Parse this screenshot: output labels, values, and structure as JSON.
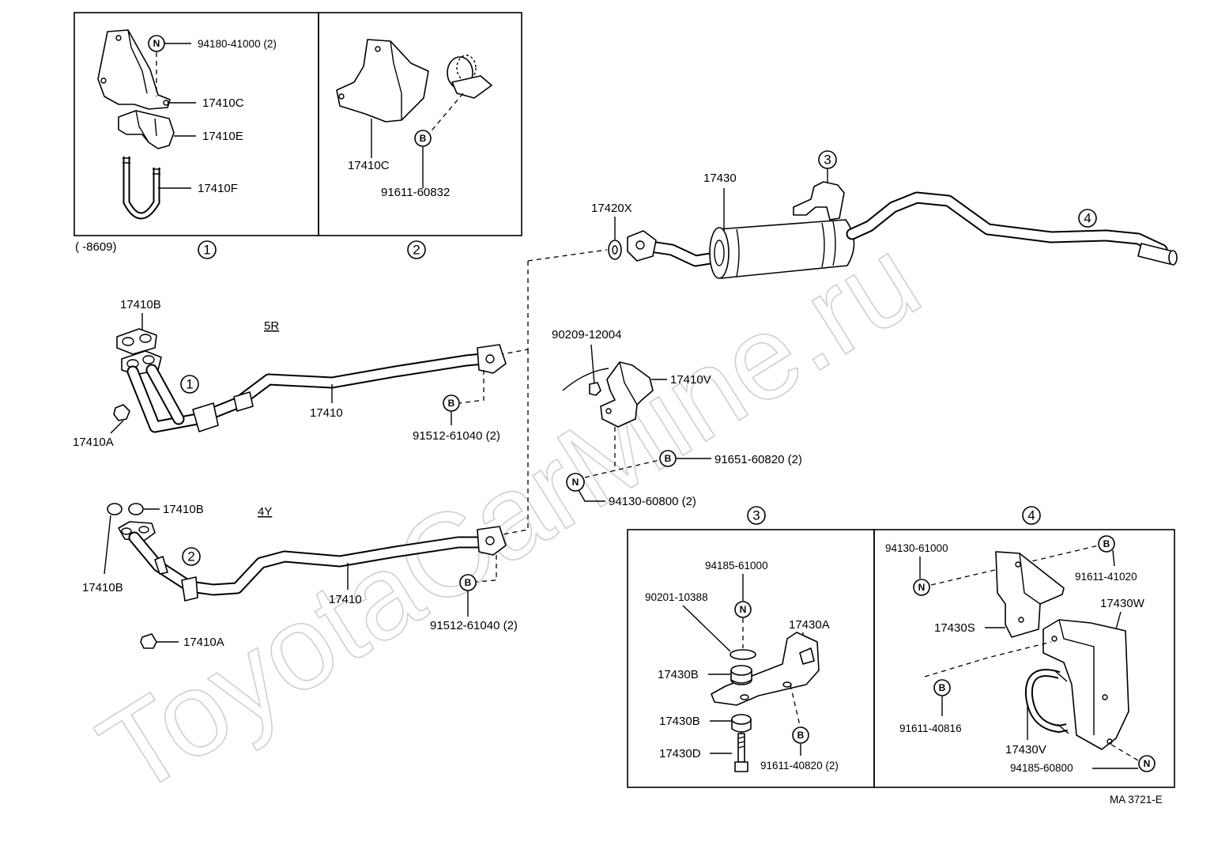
{
  "watermark": "ToyotaCarMine.ru",
  "doc_code": "MA 3721-E",
  "date_range": "(     -8609)",
  "sections": {
    "s1": "1",
    "s2": "2",
    "s3": "3",
    "s4": "4"
  },
  "symbols": {
    "n": "N",
    "b": "B"
  },
  "box1": {
    "nut": "94180-41000 (2)",
    "bracket": "17410C",
    "insulator": "17410E",
    "ubolt": "17410F"
  },
  "box2": {
    "bracket": "17410C",
    "bolt": "91611-60832"
  },
  "muffler": {
    "part": "17430",
    "gasket": "17420X",
    "ref_num": "3",
    "tail_ref": "4"
  },
  "pipe_5r": {
    "engine": "5R",
    "gasket": "17410B",
    "ref": "1",
    "nut": "17410A",
    "pipe": "17410",
    "bolt": "91512-61040 (2)"
  },
  "pipe_4y": {
    "engine": "4Y",
    "gasket_top": "17410B",
    "gasket_side": "17410B",
    "ref": "2",
    "pipe": "17410",
    "bolt": "91512-61040 (2)",
    "nut": "17410A"
  },
  "center_bracket": {
    "nut": "90209-12004",
    "bracket": "17410V",
    "bolt": "91651-60820 (2)",
    "n_nut": "94130-60800 (2)"
  },
  "box3": {
    "n_nut": "94185-61000",
    "washer": "90201-10388",
    "bracket": "17430A",
    "cushion_top": "17430B",
    "cushion_bottom": "17430B",
    "stud": "17430D",
    "bolt": "91611-40820 (2)"
  },
  "box4": {
    "nut": "94130-61000",
    "bolt_top": "91611-41020",
    "bracket_s": "17430S",
    "bracket_w": "17430W",
    "bolt_mid": "91611-40816",
    "clamp": "17430V",
    "n_nut": "94185-60800"
  }
}
